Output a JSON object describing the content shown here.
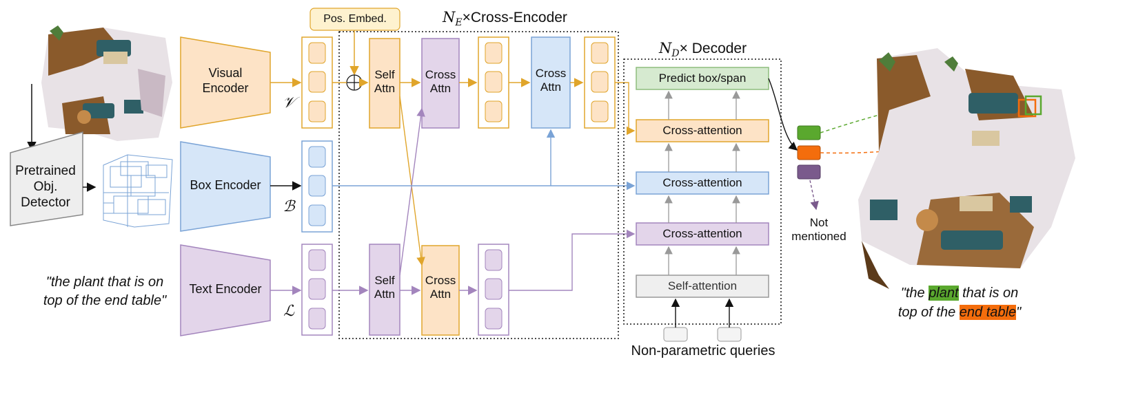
{
  "inputs": {
    "text_query_line1": "\"the plant that is on",
    "text_query_line2": "top of the end table\""
  },
  "detector": {
    "label_line1": "Pretrained",
    "label_line2": "Obj.",
    "label_line3": "Detector"
  },
  "encoders": {
    "visual": {
      "line1": "Visual",
      "line2": "Encoder",
      "symbol": "𝒱"
    },
    "box": {
      "label": "Box Encoder",
      "symbol": "ℬ"
    },
    "text": {
      "label": "Text Encoder",
      "symbol": "ℒ"
    }
  },
  "pos_embed": "Pos. Embed.",
  "cross_encoder": {
    "title_symbol": "N",
    "title_subscript": "E",
    "title_times": "×",
    "title_text": "Cross-Encoder",
    "self_attn_line1": "Self",
    "self_attn_line2": "Attn",
    "cross_attn_line1": "Cross",
    "cross_attn_line2": "Attn"
  },
  "decoder": {
    "title_symbol": "N",
    "title_subscript": "D",
    "title_times": "×",
    "title_text": "Decoder",
    "predict": "Predict box/span",
    "cross_attention": "Cross-attention",
    "self_attention": "Self-attention",
    "queries": "Non-parametric queries"
  },
  "output": {
    "not_mentioned_line1": "Not",
    "not_mentioned_line2": "mentioned",
    "caption_q1": "\"the ",
    "caption_plant": "plant",
    "caption_rest1": " that is on",
    "caption_l2a": "top of the ",
    "caption_endtable": "end table",
    "caption_q2": "\""
  },
  "colors": {
    "visual_fill": "#fde3c6",
    "visual_stroke": "#e0a52b",
    "box_fill": "#d6e6f8",
    "box_stroke": "#7aa3d6",
    "text_fill": "#e3d5ea",
    "text_stroke": "#a385bd",
    "green": "#5aa82e",
    "orange": "#f46d0c",
    "purple": "#7a5a8c",
    "predict_fill": "#d6ead0",
    "predict_stroke": "#8dbd7d",
    "gray_fill": "#efefef",
    "gray_stroke": "#999999"
  }
}
